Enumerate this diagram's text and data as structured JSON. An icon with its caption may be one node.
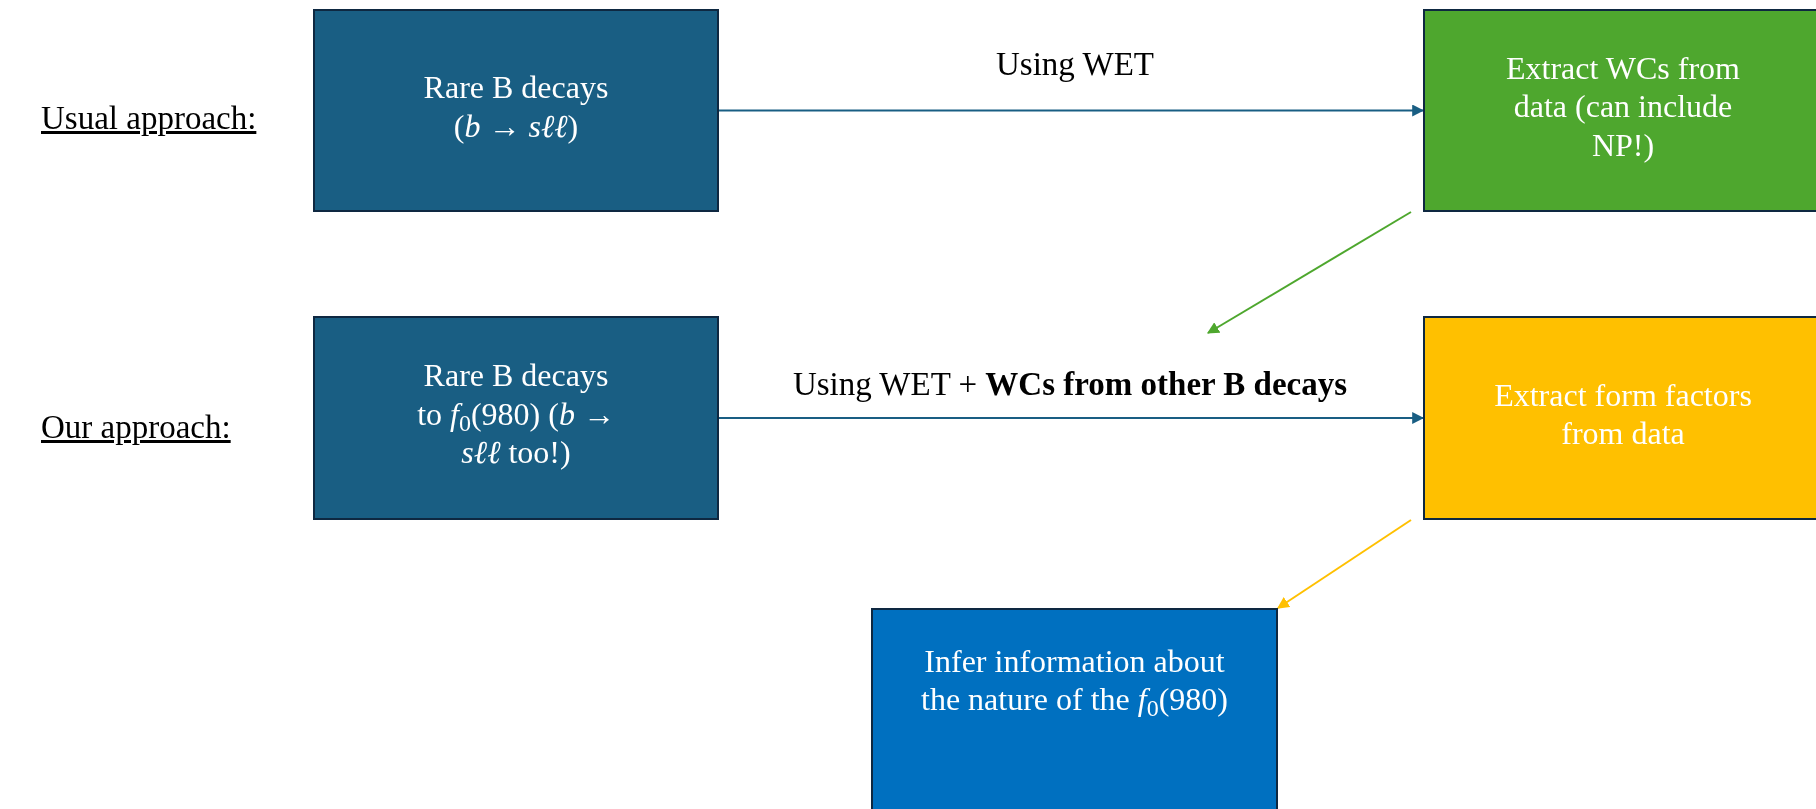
{
  "diagram": {
    "nodes": [
      {
        "text": [
          "Rare B decays (*b* → *sℓℓ*)"
        ]
      },
      {
        "text": [
          "Extract WCs from data (can include NP!)"
        ]
      },
      {
        "text": [
          "Rare B decays to *f*$_{0}$(980) (*b* → *sℓℓ* too!)"
        ]
      },
      {
        "text": [
          "Extract form factors from data"
        ]
      },
      {
        "text": [
          "Infer information about the nature of the *f*$_{0}$(980)"
        ]
      }
    ],
    "edges": [
      {
        "from": 0,
        "to": 1,
        "arrow": "to",
        "label": "Using WET"
      },
      {
        "from": 2,
        "to": 3,
        "arrow": "to",
        "label": "Using WET + **WCs from other B decays**"
      },
      {
        "from": 1,
        "to": null,
        "arrow": "to",
        "color": "#4ea72e"
      },
      {
        "from": 3,
        "to": 4,
        "arrow": "to",
        "color": "#ffc000"
      }
    ],
    "labels": [
      "Usual approach:",
      "Our approach:"
    ]
  }
}
